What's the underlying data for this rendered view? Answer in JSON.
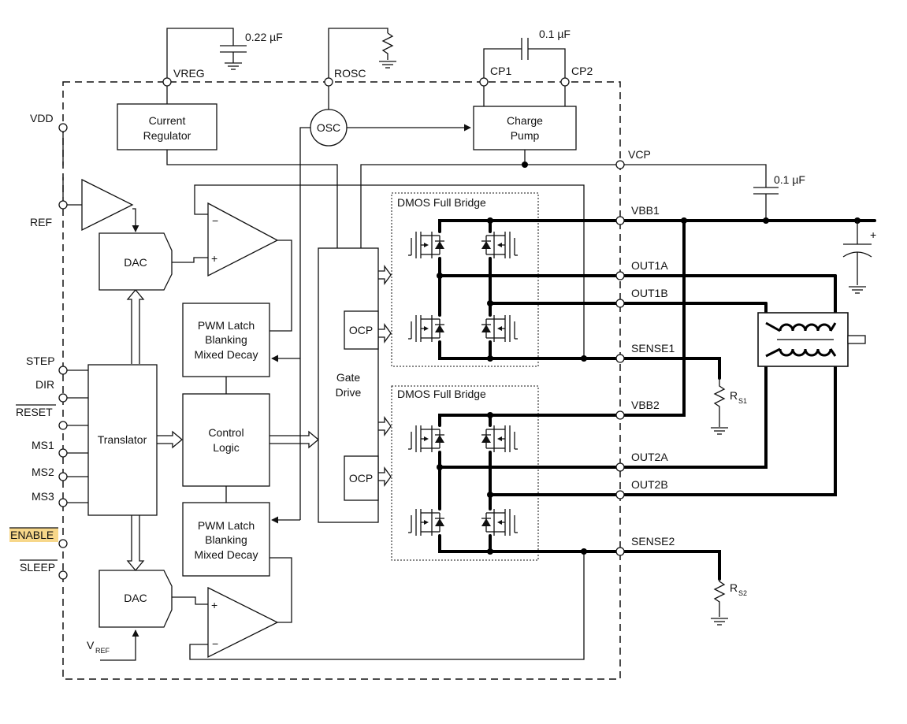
{
  "blocks": {
    "current_regulator": [
      "Current",
      "Regulator"
    ],
    "charge_pump": [
      "Charge",
      "Pump"
    ],
    "osc": "OSC",
    "dac_top": "DAC",
    "dac_bottom": "DAC",
    "pwm_top": [
      "PWM Latch",
      "Blanking",
      "Mixed Decay"
    ],
    "pwm_bottom": [
      "PWM Latch",
      "Blanking",
      "Mixed Decay"
    ],
    "translator": "Translator",
    "control_logic": [
      "Control",
      "Logic"
    ],
    "gate_drive": [
      "Gate",
      "Drive"
    ],
    "ocp_top": "OCP",
    "ocp_bottom": "OCP",
    "bridge_top": "DMOS Full Bridge",
    "bridge_bottom": "DMOS Full Bridge"
  },
  "opamps": {
    "top": {
      "minus": "−",
      "plus": "+"
    },
    "bottom": {
      "plus": "+",
      "minus": "−"
    }
  },
  "pins": {
    "vreg": "VREG",
    "rosc": "ROSC",
    "cp1": "CP1",
    "cp2": "CP2",
    "vdd": "VDD",
    "ref": "REF",
    "step": "STEP",
    "dir": "DIR",
    "reset": "RESET",
    "ms1": "MS1",
    "ms2": "MS2",
    "ms3": "MS3",
    "enable": "ENABLE",
    "sleep": "SLEEP",
    "vref_main": "V",
    "vref_sub": "REF",
    "vcp": "VCP",
    "vbb1": "VBB1",
    "out1a": "OUT1A",
    "out1b": "OUT1B",
    "sense1": "SENSE1",
    "vbb2": "VBB2",
    "out2a": "OUT2A",
    "out2b": "OUT2B",
    "sense2": "SENSE2"
  },
  "components": {
    "cap_vreg": "0.22 µF",
    "cap_cp": "0.1 µF",
    "cap_vcp": "0.1 µF",
    "rs1_main": "R",
    "rs1_sub": "S1",
    "rs2_main": "R",
    "rs2_sub": "S2",
    "bulk_cap_plus": "+"
  }
}
